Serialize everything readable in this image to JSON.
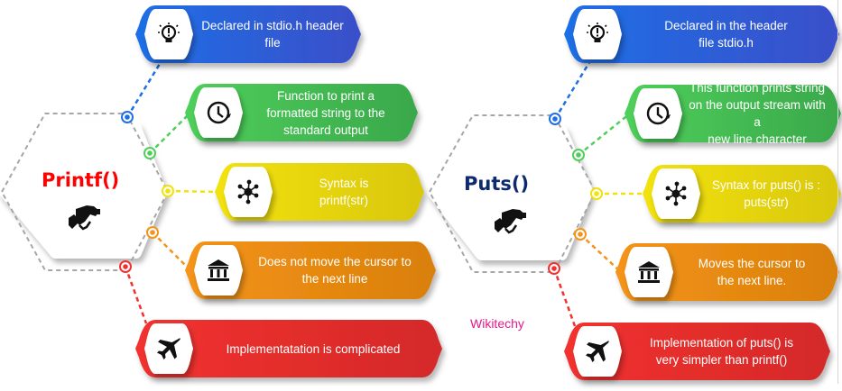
{
  "left": {
    "title": "Printf()",
    "title_color": "#ff0000",
    "center_icon": "handshake-icon",
    "items": [
      {
        "text": "Declared in stdio.h header\nfile",
        "icon": "lightbulb-icon",
        "color": "blue"
      },
      {
        "text": "Function to print a\nformatted string to the\nstandard output",
        "icon": "clock-icon",
        "color": "green"
      },
      {
        "text": "Syntax is\nprintf(str)",
        "icon": "network-icon",
        "color": "yellow"
      },
      {
        "text": "Does not move the cursor to\nthe next line",
        "icon": "bank-icon",
        "color": "orange"
      },
      {
        "text": "Implementatation is complicated",
        "icon": "airplane-icon",
        "color": "red"
      }
    ]
  },
  "right": {
    "title": "Puts()",
    "title_color": "#0d2a6e",
    "center_icon": "handshake-icon",
    "items": [
      {
        "text": "Declared in the header\nfile stdio.h",
        "icon": "lightbulb-icon",
        "color": "blue"
      },
      {
        "text": "This function prints string\non the output stream with a\nnew line character",
        "icon": "clock-icon",
        "color": "green"
      },
      {
        "text": "Syntax for puts() is :\nputs(str)",
        "icon": "network-icon",
        "color": "yellow"
      },
      {
        "text": "Moves the cursor to\nthe next line.",
        "icon": "bank-icon",
        "color": "orange"
      },
      {
        "text": "Implementation of puts() is\nvery simpler than printf()",
        "icon": "airplane-icon",
        "color": "red"
      }
    ]
  },
  "watermark": "Wikitechy",
  "colors": {
    "blue": [
      "#1e6fe6",
      "#3a4fc9"
    ],
    "green": [
      "#4fcf5a",
      "#3aa84b"
    ],
    "yellow": [
      "#f2e20a",
      "#d9c70a"
    ],
    "orange": [
      "#f4941a",
      "#d97f08"
    ],
    "red": [
      "#f2312e",
      "#d42a2a"
    ],
    "dashed_outline": "#a6a6a6"
  }
}
